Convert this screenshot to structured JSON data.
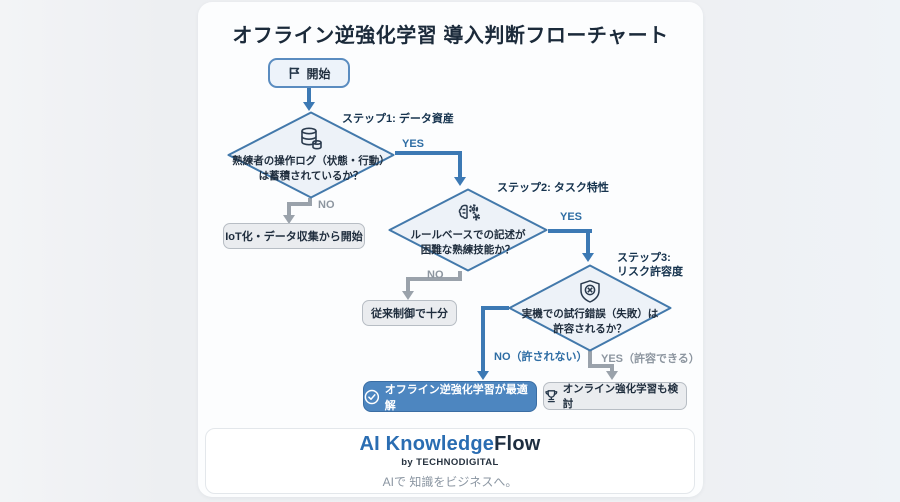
{
  "title": "オフライン逆強化学習 導入判断フローチャート",
  "start": {
    "label": "開始",
    "icon": "flag-icon"
  },
  "steps": [
    {
      "tag": "ステップ1: データ資産",
      "icon": "database-icon",
      "question_line1": "熟練者の操作ログ（状態・行動）",
      "question_line2": "は蓄積されているか？",
      "yes_label": "YES",
      "no_label": "NO"
    },
    {
      "tag": "ステップ2: タスク特性",
      "icon": "brain-gears-icon",
      "question_line1": "ルールベースでの記述が",
      "question_line2": "困難な熟練技能か？",
      "yes_label": "YES",
      "no_label": "NO"
    },
    {
      "tag_line1": "ステップ3:",
      "tag_line2": "リスク許容度",
      "icon": "shield-x-icon",
      "question_line1": "実機での試行錯誤（失敗）は",
      "question_line2": "許容されるか？",
      "yes_label": "YES（許容できる）",
      "no_label": "NO（許されない）"
    }
  ],
  "outcomes": {
    "no_data_label": "IoT化・データ収集から開始",
    "rule_ok_label": "従来制御で十分",
    "optimal_label": "オフライン逆強化学習が最適解",
    "optimal_icon": "check-circle-icon",
    "online_label": "オンライン強化学習も検討",
    "online_icon": "trophy-icon"
  },
  "footer": {
    "brand_part1": "AI Knowledge",
    "brand_part2": "Flow",
    "byline": "by TECHNODIGITAL",
    "tagline": "AIで 知識をビジネスへ。"
  },
  "colors": {
    "accent_blue": "#3c79b4",
    "line_gray": "#9aa2ab",
    "node_border_blue": "#4379ab",
    "diamond_fill": "#edf2f8",
    "result_blue_fill": "#4d86c0",
    "gray_box_fill": "#eaecef",
    "brand_blue": "#2a6db2",
    "brand_dark": "#1e2e40"
  }
}
